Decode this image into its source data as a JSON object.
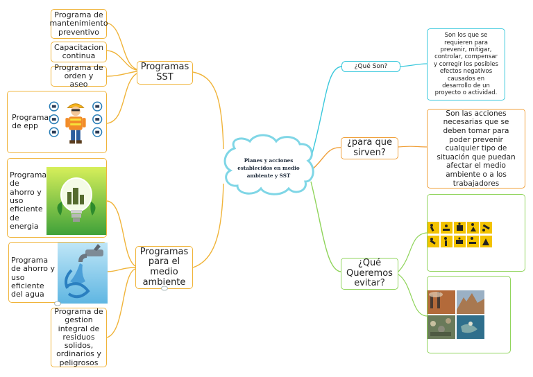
{
  "colors": {
    "sst_branch": "#f0b43a",
    "environment_branch": "#f0b43a",
    "question_branch_cyan": "#39c8dc",
    "question_branch_orange": "#f0a03a",
    "question_branch_green": "#8fd45a",
    "center_cloud_border": "#7fd6e6"
  },
  "central": {
    "title": "Planes y acciones establecidos en medio ambiente y SST"
  },
  "sst": {
    "label": "Programas SST",
    "items": [
      {
        "label": "Programa de mantenimiento preventivo"
      },
      {
        "label": "Capacitacion continua"
      },
      {
        "label": "Programa de orden y aseo"
      },
      {
        "label": "Programas de epp",
        "icon": "worker-ppe-illustration"
      }
    ]
  },
  "environment": {
    "label": "Programas para el medio ambiente",
    "items": [
      {
        "label": "Programa de ahorro y uso eficiente de energia",
        "icon": "eco-lightbulb-illustration"
      },
      {
        "label": "Programa de ahorro y uso eficiente del agua",
        "icon": "water-faucet-illustration"
      },
      {
        "label": "Programa de gestion integral de residuos solidos, ordinarios y peligrosos"
      }
    ]
  },
  "questions": {
    "what": {
      "label": "¿Qué Son?",
      "answer": "Son los que se requieren para prevenir, mitigar, controlar, compensar y corregir los posibles efectos negativos causados en desarrollo de un proyecto o actividad."
    },
    "why": {
      "label": "¿para que sirven?",
      "answer": "Son las acciones necesarias que se deben tomar para poder prevenir cualquier tipo de situación que puedan afectar el medio ambiente o a los trabajadores"
    },
    "avoid": {
      "label": "¿Qué Queremos evitar?",
      "images": [
        {
          "icon": "accident-warning-signs"
        },
        {
          "icon": "environmental-pollution-photos"
        }
      ]
    }
  }
}
